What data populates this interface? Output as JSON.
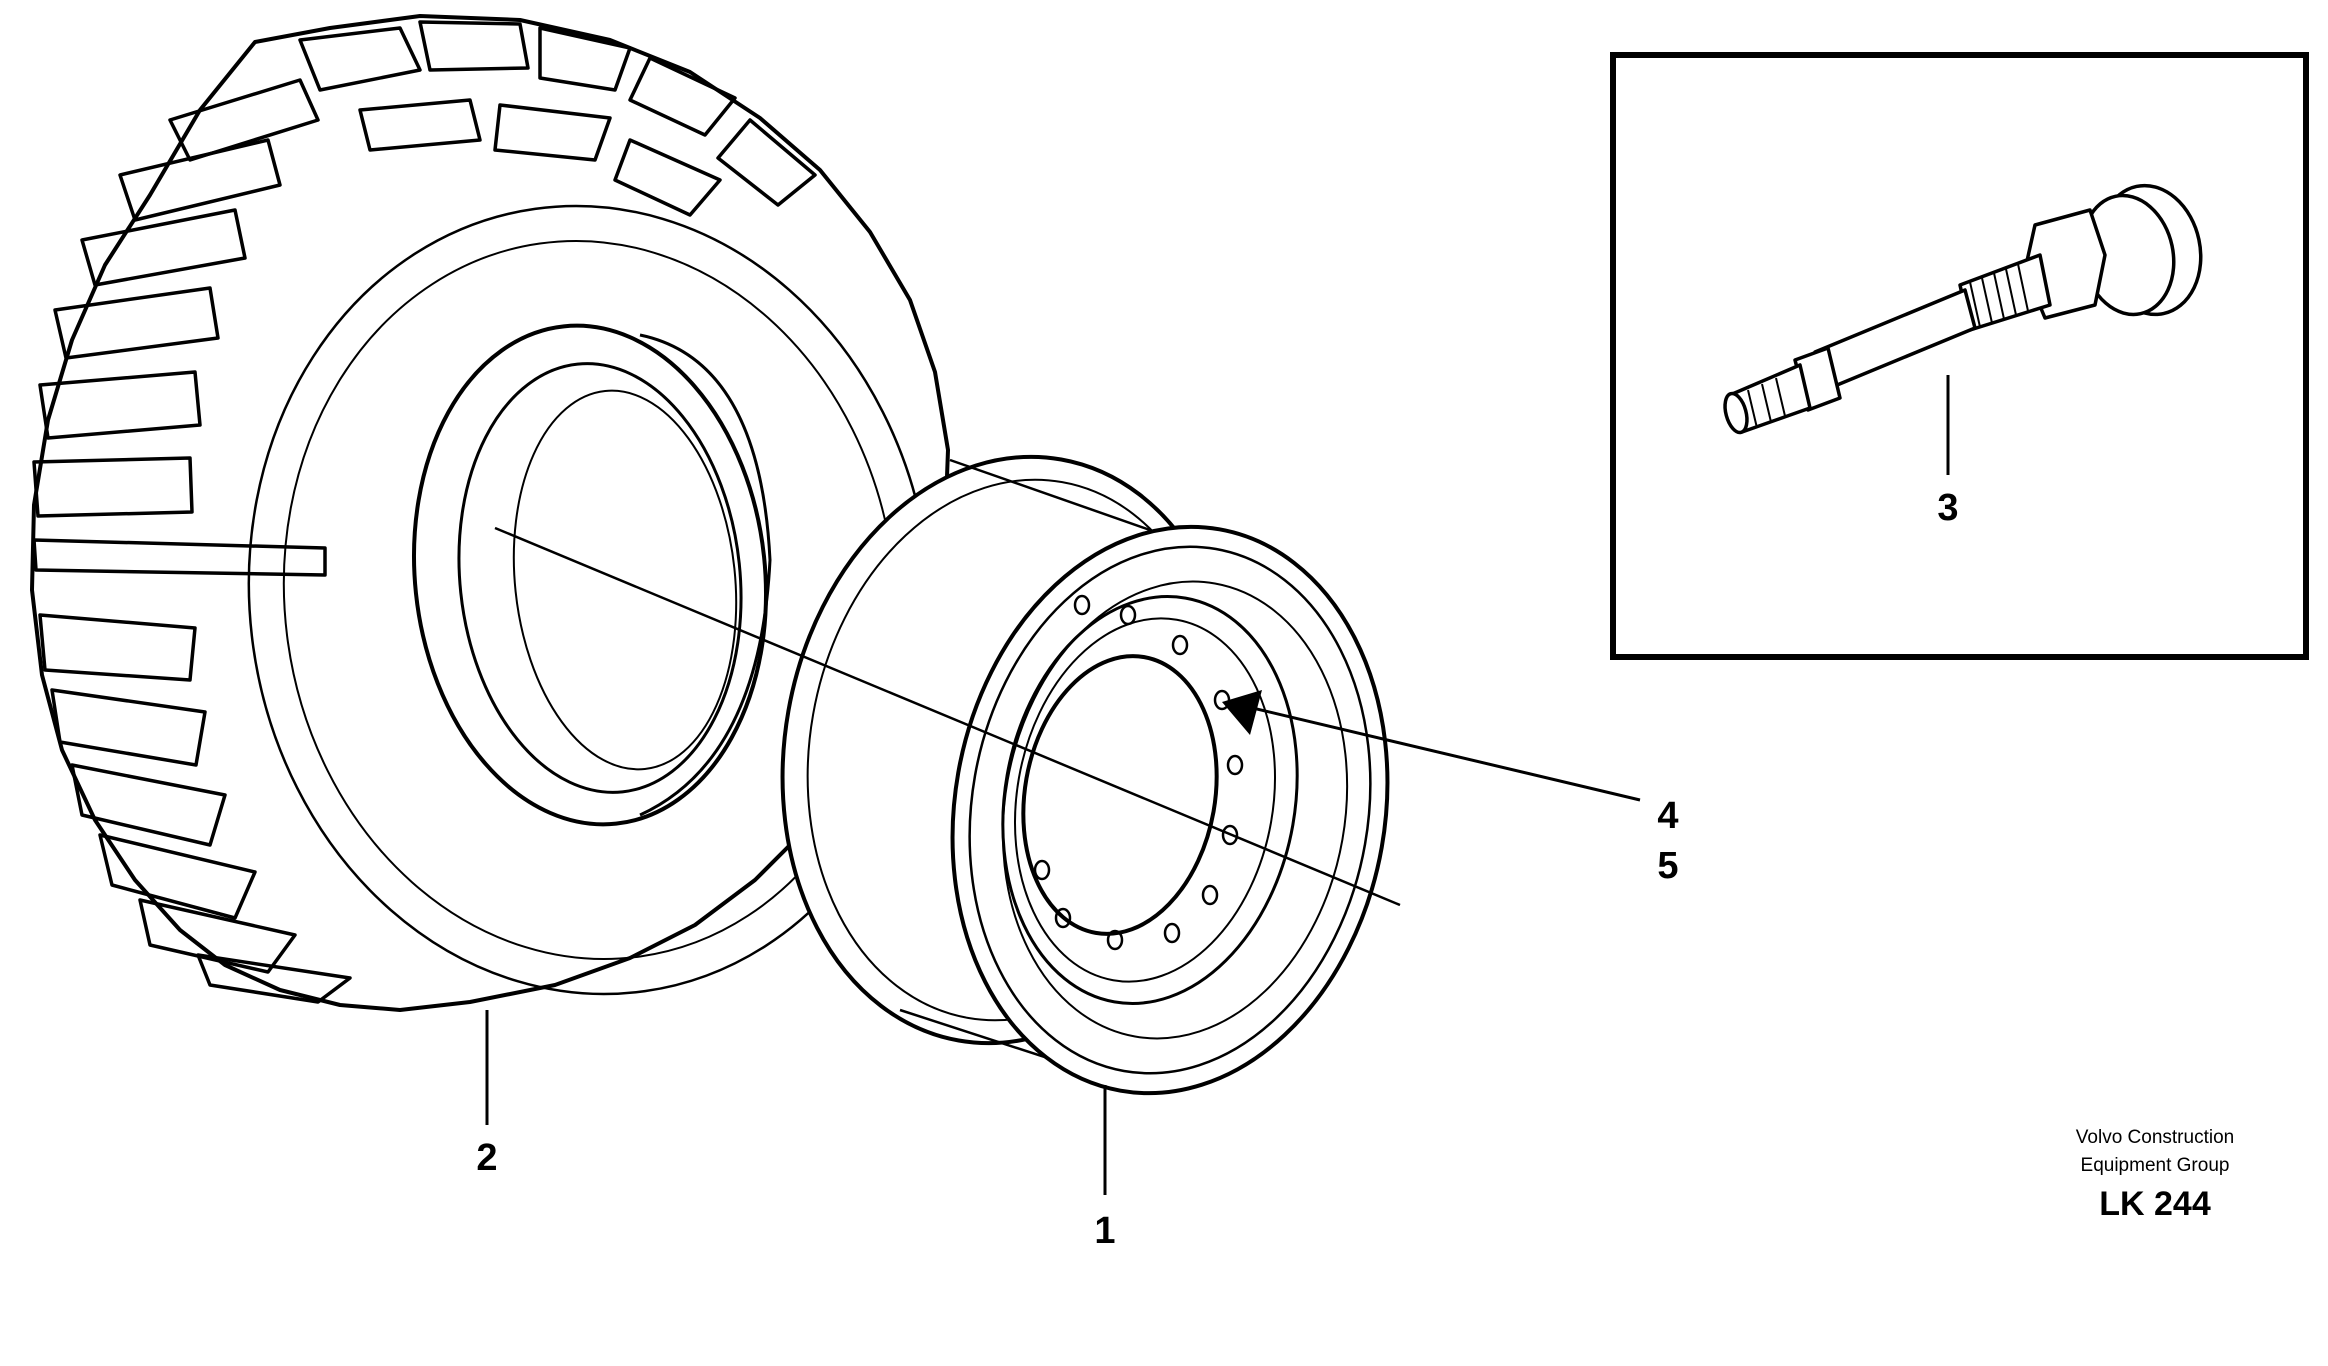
{
  "callouts": {
    "rim": "1",
    "tire": "2",
    "valve": "3",
    "item4": "4",
    "item5": "5"
  },
  "credit": {
    "line1": "Volvo Construction",
    "line2": "Equipment Group",
    "code": "LK 244"
  },
  "colors": {
    "ink": "#000000",
    "paper": "#ffffff"
  },
  "icons": {
    "tire": "tire-drawing",
    "rim": "wheel-rim-drawing",
    "valve": "tire-valve-drawing"
  }
}
